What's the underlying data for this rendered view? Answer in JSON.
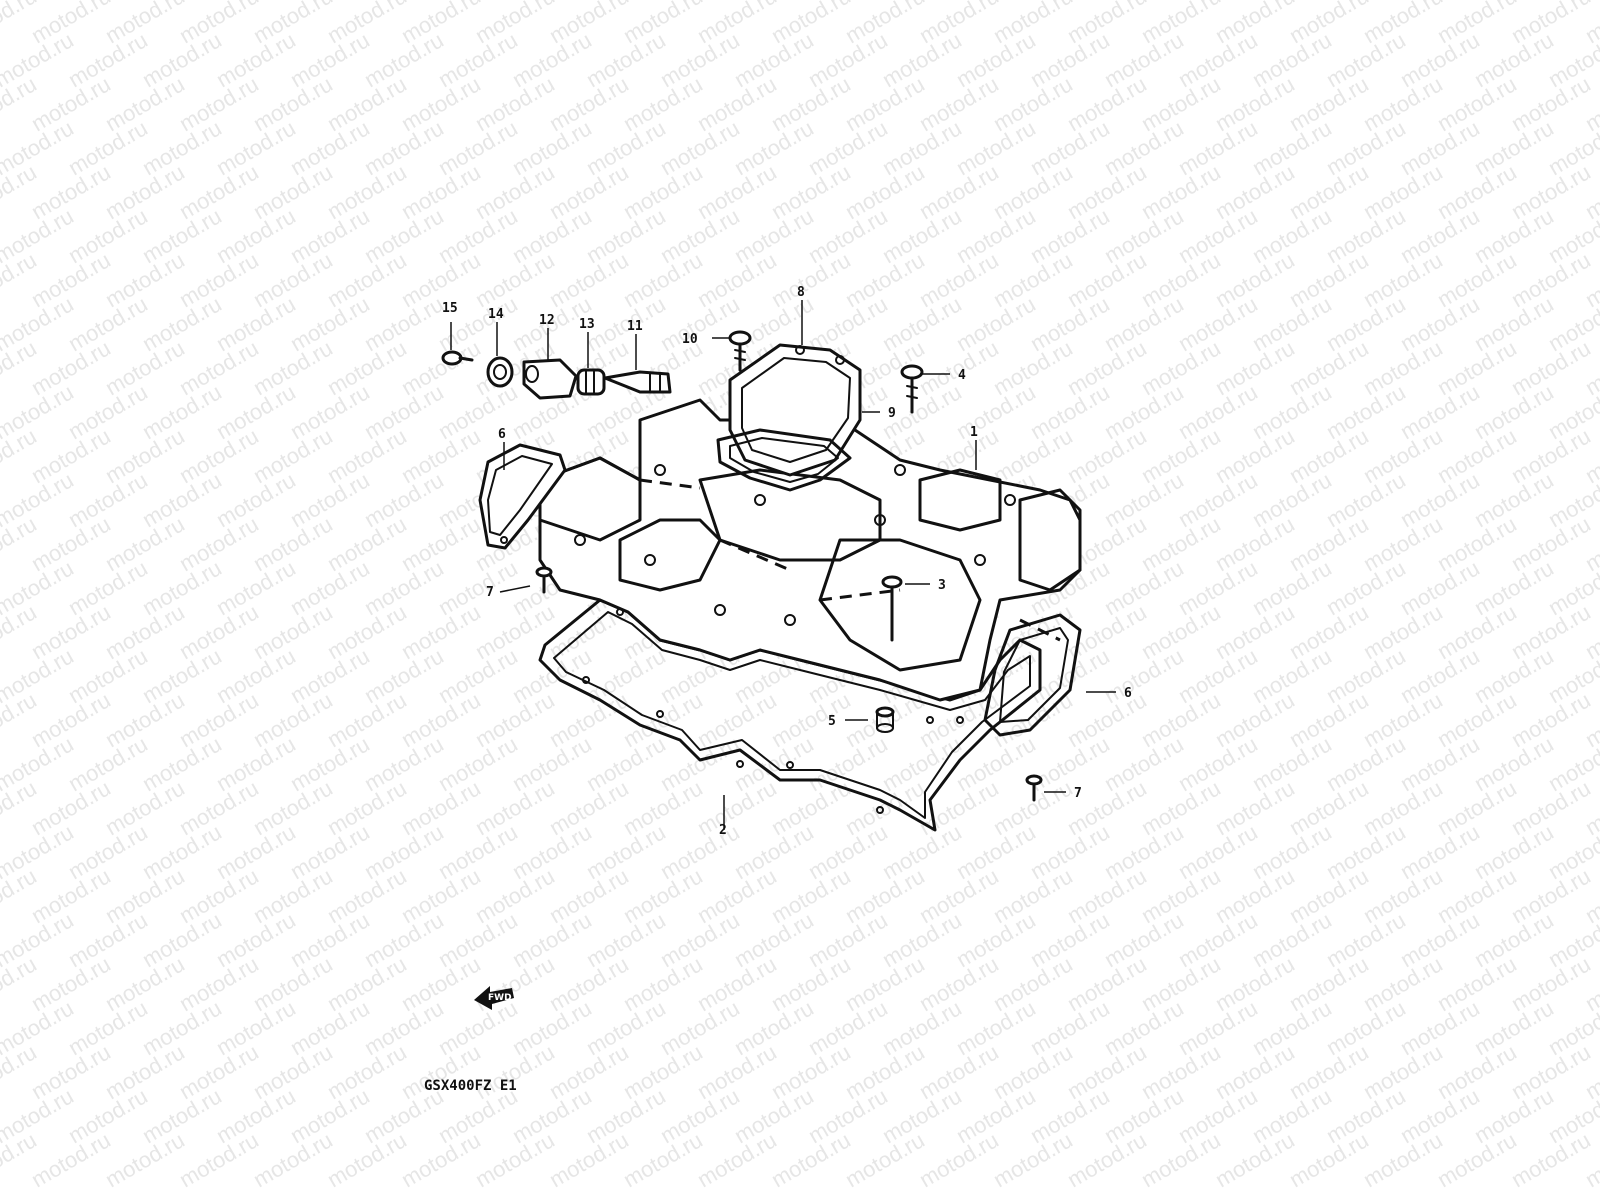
{
  "watermark": {
    "text": "motod.ru"
  },
  "diagram": {
    "model_label": "GSX400FZ E1",
    "front_arrow_text": "FWD",
    "callouts": [
      {
        "id": "c1",
        "text": "1"
      },
      {
        "id": "c2",
        "text": "2"
      },
      {
        "id": "c3",
        "text": "3"
      },
      {
        "id": "c4",
        "text": "4"
      },
      {
        "id": "c5",
        "text": "5"
      },
      {
        "id": "c6a",
        "text": "6"
      },
      {
        "id": "c6b",
        "text": "6"
      },
      {
        "id": "c7a",
        "text": "7"
      },
      {
        "id": "c7b",
        "text": "7"
      },
      {
        "id": "c8",
        "text": "8"
      },
      {
        "id": "c9",
        "text": "9"
      },
      {
        "id": "c10",
        "text": "10"
      },
      {
        "id": "c11",
        "text": "11"
      },
      {
        "id": "c12",
        "text": "12"
      },
      {
        "id": "c13",
        "text": "13"
      },
      {
        "id": "c14",
        "text": "14"
      },
      {
        "id": "c15",
        "text": "15"
      }
    ]
  }
}
